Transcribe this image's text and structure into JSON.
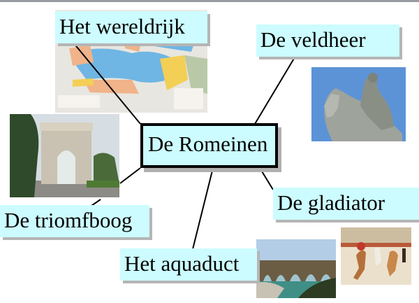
{
  "center": {
    "label": "De Romeinen"
  },
  "nodes": [
    {
      "id": "wereldrijk",
      "label": "Het wereldrijk",
      "image": "map-roman-empire"
    },
    {
      "id": "veldheer",
      "label": "De veldheer",
      "image": "equestrian-statue"
    },
    {
      "id": "triomfboog",
      "label": "De triomfboog",
      "image": "arch-of-titus"
    },
    {
      "id": "gladiator",
      "label": "De gladiator",
      "image": "gladiator-painting"
    },
    {
      "id": "aquaduct",
      "label": "Het aquaduct",
      "image": "pont-du-gard"
    }
  ],
  "colors": {
    "label_fill": "#ccfcff",
    "border": "#000000",
    "shadow": "#b5b5b5",
    "top_bar": "#9a9ca3"
  }
}
